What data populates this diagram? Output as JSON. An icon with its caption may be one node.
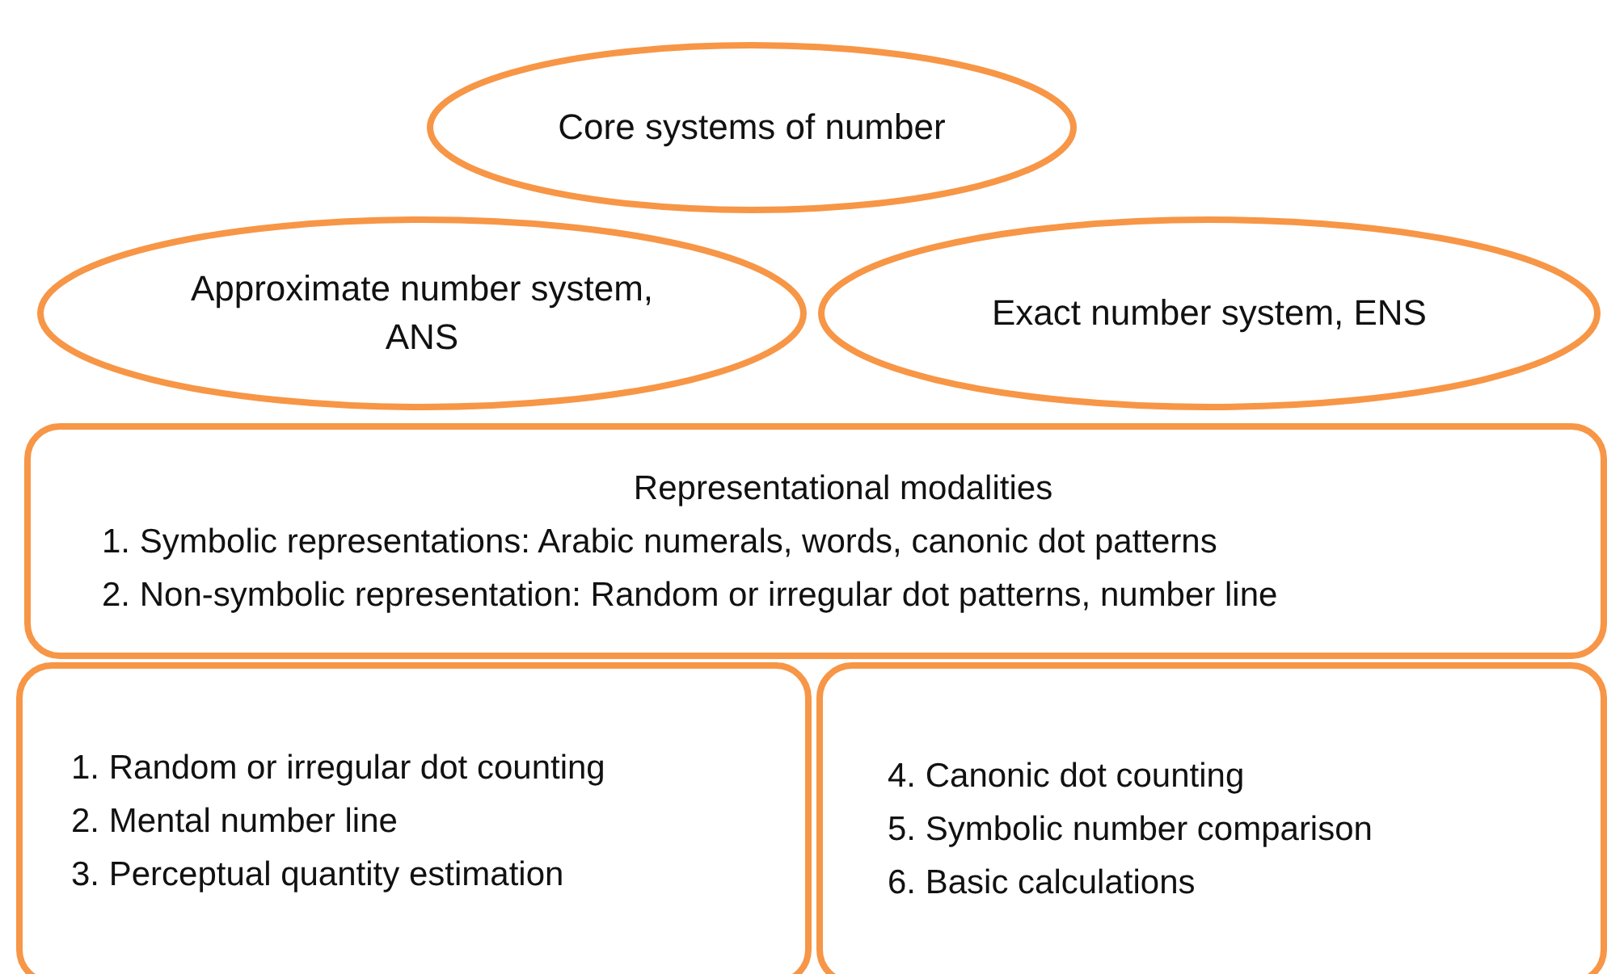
{
  "diagram": {
    "nodes": [
      {
        "text": [
          "Core systems of number"
        ]
      },
      {
        "text": [
          "Approximate number system, ANS"
        ]
      },
      {
        "text": [
          "Exact number system, ENS"
        ]
      },
      {
        "text": [
          "Representational modalities",
          "1. Symbolic representations: Arabic numerals, words, canonic dot patterns",
          "2. Non-symbolic representation: Random or irregular dot patterns, number line"
        ]
      },
      {
        "text": [
          "1. Random or irregular dot counting",
          "2. Mental number line",
          "3. Perceptual quantity estimation"
        ]
      },
      {
        "text": [
          "4. Canonic dot counting",
          "5. Symbolic number comparison",
          "6. Basic calculations"
        ]
      }
    ]
  }
}
